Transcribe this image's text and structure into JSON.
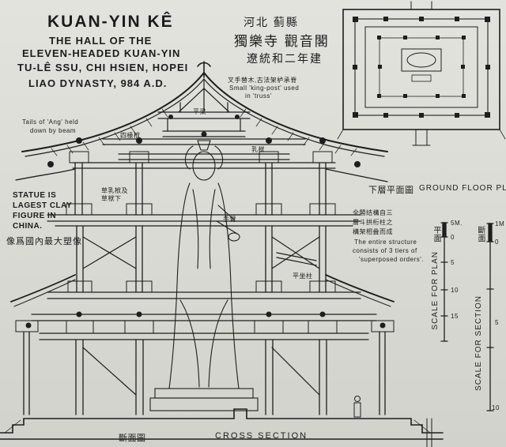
{
  "title": {
    "main": "KUAN-YIN KÊ",
    "line1": "THE HALL OF THE",
    "line2": "ELEVEN-HEADED KUAN-YIN",
    "line3": "TU-LÊ SSU, CHI HSIEN, HOPEI",
    "line4": "LIAO DYNASTY, 984 A.D."
  },
  "chinese_title": {
    "line1": "河北 蓟縣",
    "line2": "獨樂寺 觀音閣",
    "line3": "遼統和二年建"
  },
  "annotations": {
    "king_post_cn": "叉手替木,古法架栌承脊",
    "king_post_en1": "Small 'king-post' used",
    "king_post_en2": "in 'truss'",
    "ang_tails1": "Tails of 'Ang' held",
    "ang_tails2": "down by beam",
    "statue1": "STATUE IS",
    "statue2": "LAGEST CLAY",
    "statue3": "FIGURE IN",
    "statue4": "CHINA.",
    "statue_cn": "像爲國內最大塑像",
    "orders_cn1": "全閣结構自三",
    "orders_cn2": "層斗拱桁柱之",
    "orders_cn3": "構架相叠而成",
    "orders_en1": "The entire structure",
    "orders_en2": "consists of 3 tiers of",
    "orders_en3": "'superposed orders'.",
    "beam_label_1": "四椽栿",
    "beam_label_2": "乳栿",
    "beam_label_3": "平梁",
    "bracket_label": "草乳栿及\n草栿下",
    "bracket_label_a": "草乳栿及",
    "bracket_label_b": "草栿下",
    "hand_label": "手臂",
    "column_label": "平坐柱"
  },
  "plan": {
    "caption_cn": "下層平面圖",
    "caption_en": "GROUND FLOOR PLAN"
  },
  "section": {
    "caption_cn": "斷面圖",
    "caption_en": "CROSS SECTION"
  },
  "scale_plan": {
    "label_cn": "平面",
    "label_en": "SCALE FOR PLAN",
    "ticks": [
      "5M.",
      "0",
      "5",
      "10",
      "15"
    ]
  },
  "scale_section": {
    "label_cn": "斷面",
    "label_en": "SCALE FOR SECTION",
    "ticks": [
      "1M",
      "0",
      "5",
      "10"
    ]
  }
}
